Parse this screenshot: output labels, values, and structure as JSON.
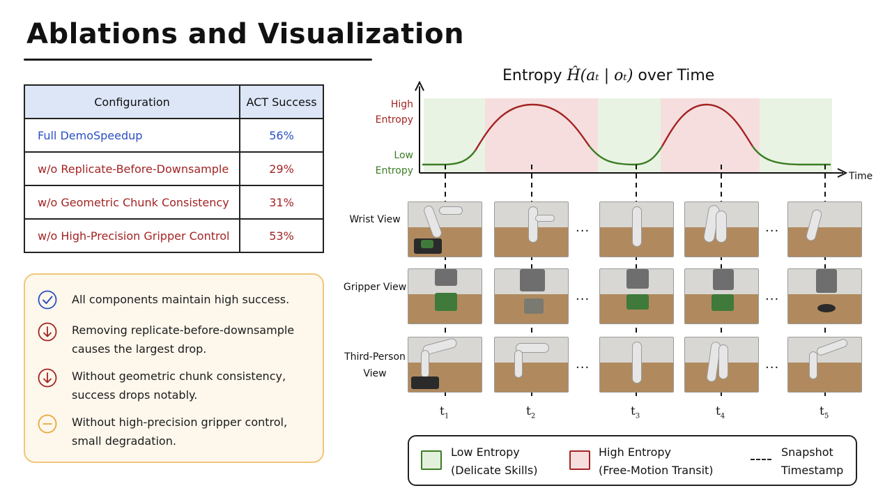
{
  "title": "Ablations and Visualization",
  "table": {
    "headers": [
      "Configuration",
      "ACT Success"
    ],
    "rows": [
      {
        "config": "Full DemoSpeedup",
        "success": "56%",
        "kind": "full"
      },
      {
        "config": "w/o Replicate-Before-Downsample",
        "success": "29%",
        "kind": "ablation"
      },
      {
        "config": "w/o Geometric Chunk Consistency",
        "success": "31%",
        "kind": "ablation"
      },
      {
        "config": "w/o High-Precision Gripper Control",
        "success": "53%",
        "kind": "ablation"
      }
    ]
  },
  "findings": [
    {
      "icon": "check-circle-icon",
      "color": "#2a4fc2",
      "text": "All components maintain high success."
    },
    {
      "icon": "down-arrow-circle-icon",
      "color": "#a32323",
      "text": "Removing replicate-before-downsample causes the largest drop."
    },
    {
      "icon": "down-arrow-circle-icon",
      "color": "#a32323",
      "text": "Without geometric chunk consistency, success drops notably."
    },
    {
      "icon": "minus-circle-icon",
      "color": "#e8a93a",
      "text": "Without high-precision gripper control, small degradation."
    }
  ],
  "chart": {
    "title_prefix": "Entropy ",
    "title_math": "Ĥ(aₜ | oₜ)",
    "title_suffix": " over Time",
    "y_high_label": "High Entropy",
    "y_low_label": "Low Entropy",
    "x_label": "Time",
    "colors": {
      "low": "#3b7c24",
      "high": "#a32323",
      "low_band": "#e9f3e3",
      "high_band": "#f6dede"
    }
  },
  "chart_data": {
    "type": "line",
    "title": "Entropy Ĥ(aₜ | oₜ) over Time",
    "xlabel": "Time",
    "ylabel": "",
    "y_levels": [
      "Low Entropy",
      "High Entropy"
    ],
    "segments": [
      {
        "phase": "low",
        "from": "t1",
        "to": "between t1 and t2"
      },
      {
        "phase": "high",
        "from": "between t1 and t2",
        "to": "between t2 and t3"
      },
      {
        "phase": "low",
        "from": "between t2 and t3",
        "to": "between t3 and t4"
      },
      {
        "phase": "high",
        "from": "between t3 and t4",
        "to": "between t4 and t5"
      },
      {
        "phase": "low",
        "from": "between t4 and t5",
        "to": "t5"
      }
    ],
    "snapshot_timestamps": [
      "t1",
      "t2",
      "t3",
      "t4",
      "t5"
    ],
    "snapshot_entropy": [
      "Low",
      "High",
      "Low",
      "High",
      "Low"
    ]
  },
  "views": [
    {
      "label": "Wrist View"
    },
    {
      "label": "Gripper View"
    },
    {
      "label": "Third-Person View"
    }
  ],
  "timestamps": [
    {
      "base": "t",
      "sub": "1"
    },
    {
      "base": "t",
      "sub": "2"
    },
    {
      "base": "t",
      "sub": "3"
    },
    {
      "base": "t",
      "sub": "4"
    },
    {
      "base": "t",
      "sub": "5"
    }
  ],
  "ellipsis": "...",
  "legend": {
    "low_title": "Low Entropy",
    "low_sub": "(Delicate Skills)",
    "high_title": "High Entropy",
    "high_sub": "(Free-Motion Transit)",
    "snap_title": "Snapshot",
    "snap_sub": "Timestamp"
  }
}
